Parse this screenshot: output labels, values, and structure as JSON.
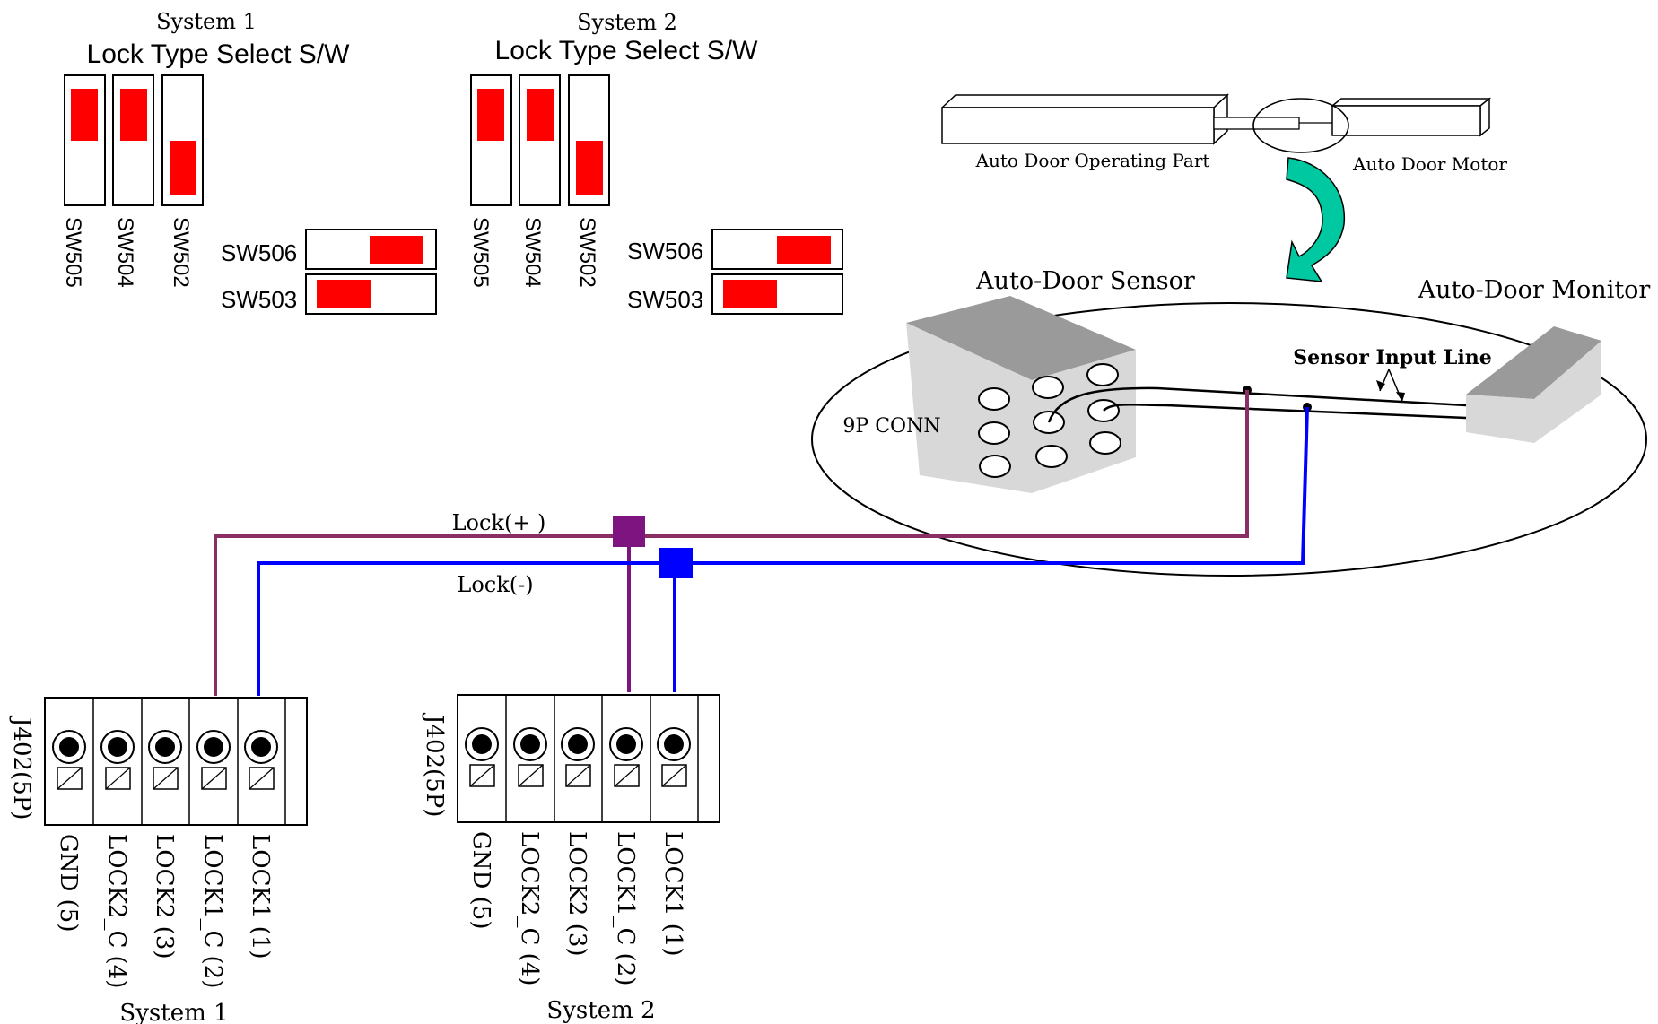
{
  "colors": {
    "switch_on": "#ff0000",
    "lock_plus_wire": "#8a2e63",
    "lock_plus_wire_j402": "#7e1480",
    "lock_minus_wire": "#0000ff",
    "box_front": "#d8d8d8",
    "box_top": "#9a9a9a",
    "arrow": "#00c8a0"
  },
  "system1": {
    "title": "System 1",
    "subtitle": "Lock Type Select S/W",
    "vertical_switches": [
      {
        "label": "SW505",
        "position": "up"
      },
      {
        "label": "SW504",
        "position": "up"
      },
      {
        "label": "SW502",
        "position": "down"
      }
    ],
    "horizontal_switches": [
      {
        "label": "SW506",
        "position": "right"
      },
      {
        "label": "SW503",
        "position": "left"
      }
    ],
    "connector": {
      "name": "J402(5P)",
      "pins": [
        "GND (5)",
        "LOCK2_C (4)",
        "LOCK2 (3)",
        "LOCK1_C (2)",
        "LOCK1 (1)"
      ]
    },
    "caption": "System 1"
  },
  "system2": {
    "title": "System 2",
    "subtitle": "Lock Type Select S/W",
    "vertical_switches": [
      {
        "label": "SW505",
        "position": "up"
      },
      {
        "label": "SW504",
        "position": "up"
      },
      {
        "label": "SW502",
        "position": "down"
      }
    ],
    "horizontal_switches": [
      {
        "label": "SW506",
        "position": "right"
      },
      {
        "label": "SW503",
        "position": "left"
      }
    ],
    "connector": {
      "name": "J402(5P)",
      "pins": [
        "GND (5)",
        "LOCK2_C (4)",
        "LOCK2 (3)",
        "LOCK1_C (2)",
        "LOCK1 (1)"
      ]
    },
    "caption": "System 2"
  },
  "door": {
    "operating_part": "Auto Door Operating Part",
    "motor": "Auto Door Motor"
  },
  "sensor": {
    "title": "Auto-Door Sensor",
    "connector": "9P CONN"
  },
  "monitor": {
    "title": "Auto-Door Monitor",
    "input_line": "Sensor Input Line"
  },
  "wires": {
    "lock_plus": "Lock(+ )",
    "lock_minus": "Lock(-)"
  }
}
